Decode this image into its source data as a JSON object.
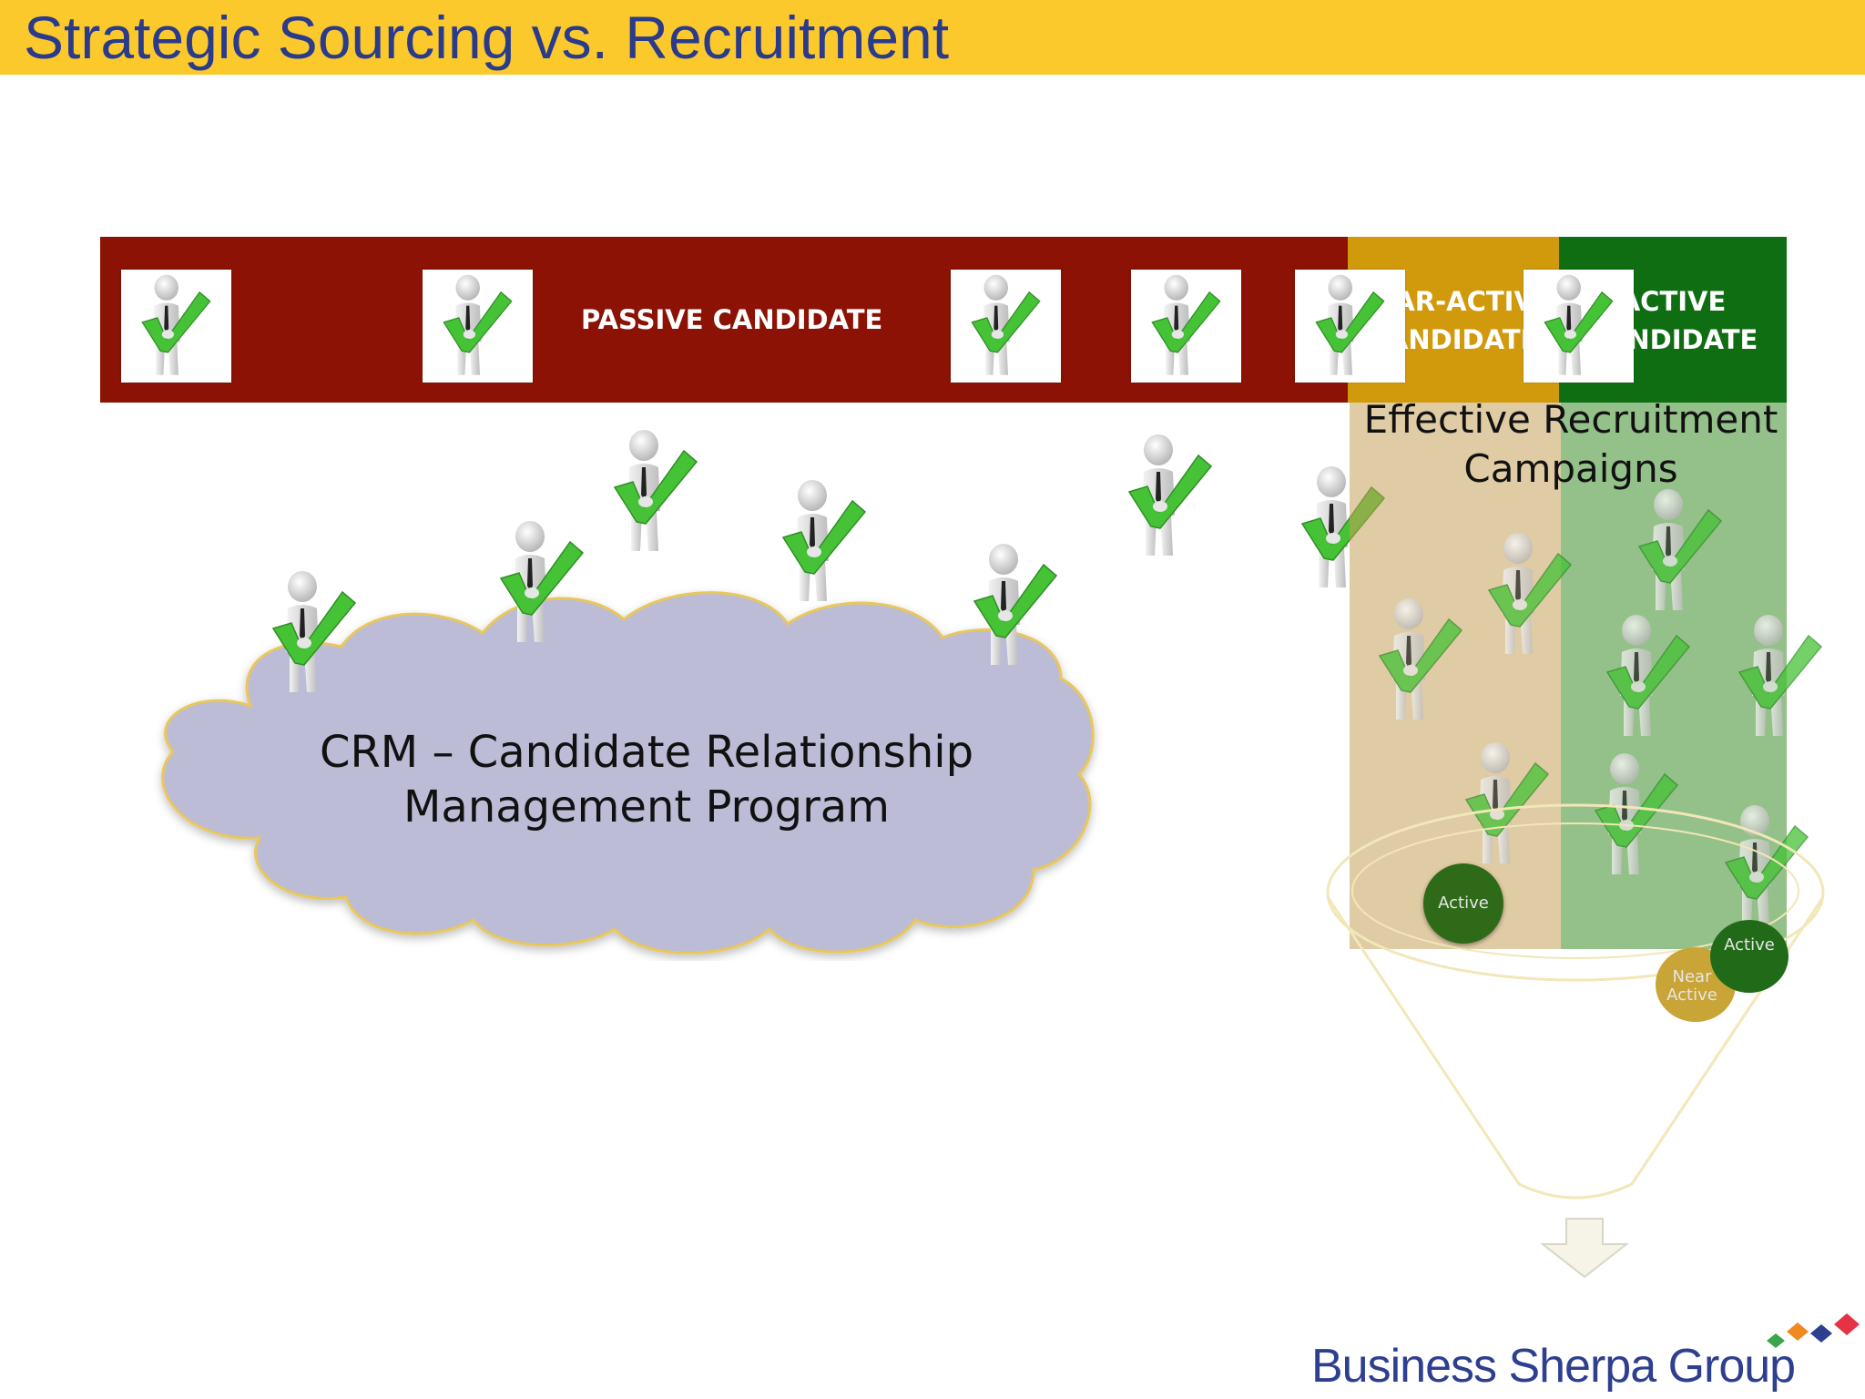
{
  "slide": {
    "title": "Strategic Sourcing vs. Recruitment"
  },
  "bands": {
    "passive_label": "PASSIVE CANDIDATE",
    "near_active_label": "NEAR-ACTIVE\nCANDIDATE",
    "active_label": "ACTIVE\nCANDIDATE",
    "colors": {
      "passive": "#8b1204",
      "near_active": "#d19a0d",
      "active": "#0f6e12"
    }
  },
  "campaigns": {
    "label": "Effective Recruitment\nCampaigns"
  },
  "cloud": {
    "label": "CRM – Candidate Relationship Management Program",
    "fill": "#bcbcd6",
    "stroke": "#e8c85a"
  },
  "funnel": {
    "circles": {
      "active_top": "Active",
      "near_active": "Near\nActive",
      "active_right": "Active"
    }
  },
  "logo": {
    "name": "Business Sherpa Group",
    "diamond_colors": [
      "#3aa54a",
      "#f08a1f",
      "#2e3f8f",
      "#e63245"
    ]
  },
  "icons": {
    "figure": "person-with-checkmark-icon",
    "arrow": "down-arrow-icon"
  }
}
